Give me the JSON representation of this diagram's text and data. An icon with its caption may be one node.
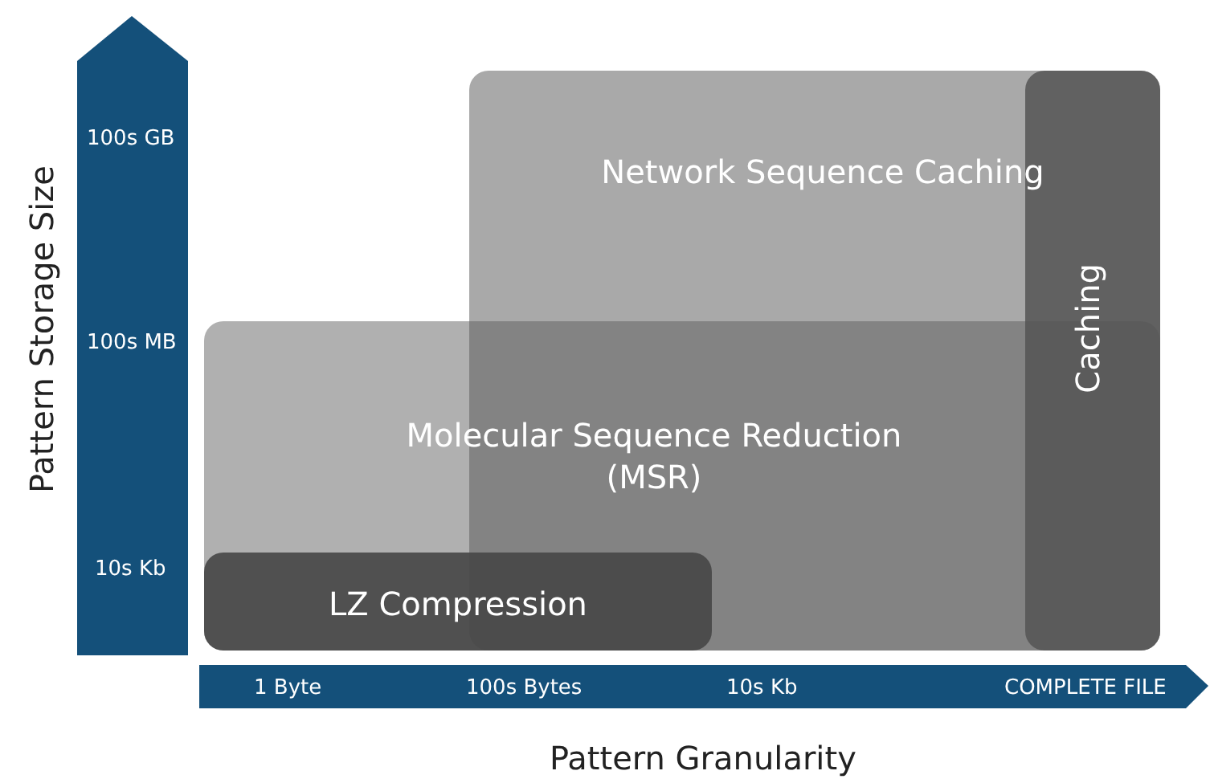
{
  "diagram": {
    "nodes": [
      {
        "text": [
          "Network Sequence Caching"
        ]
      },
      {
        "text": [
          "Caching"
        ],
        "in": 0
      },
      {
        "text": [
          "Molecular Sequence Reduction (MSR)"
        ]
      },
      {
        "text": [
          "LZ Compression"
        ],
        "in": 2
      }
    ],
    "labels": [
      "Pattern Storage Size",
      "100s GB",
      "100s MB",
      "10s Kb",
      "1 Byte",
      "100s Bytes",
      "10s Kb",
      "COMPLETE FILE",
      "Pattern Granularity"
    ]
  }
}
